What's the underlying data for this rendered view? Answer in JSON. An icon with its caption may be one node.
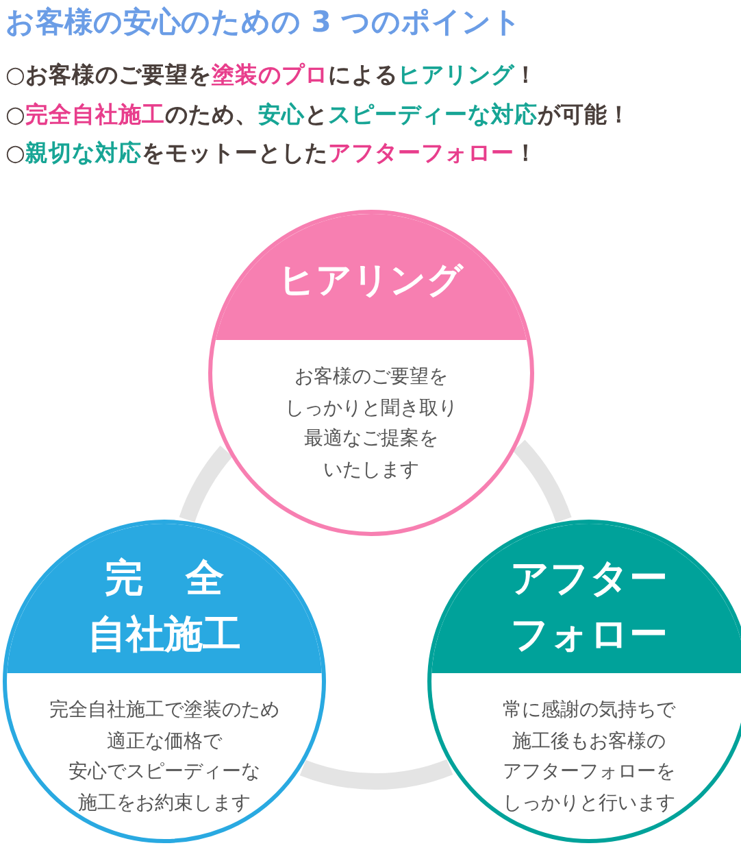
{
  "diagram": {
    "title": "お客様の安心のための 3 つのポイント",
    "nodes": [
      {
        "text": [
          "ヒアリング",
          "お客様のご要望をしっかりと聞き取り最適なご提案をいたします"
        ]
      },
      {
        "text": [
          "完全自社施工",
          "完全自社施工で塗装のため適正な価格で安心でスピーディーな施工をお約束します"
        ]
      },
      {
        "text": [
          "アフターフォロー",
          "常に感謝の気持ちで施工後もお客様のアフターフォローをしっかりと行います"
        ]
      }
    ],
    "edges": [
      {
        "from": 0,
        "to": 2,
        "arrow": "none"
      },
      {
        "from": 2,
        "to": 1,
        "arrow": "none"
      },
      {
        "from": 1,
        "to": 0,
        "arrow": "none"
      }
    ],
    "labels": [
      "○お客様のご要望を**塗装のプロ**による**ヒアリング**！",
      "○**完全自社施工**のため、**安心**と**スピーディーな対応**が可能！",
      "○**親切な対応**をモットーとした**アフターフォロー**！"
    ]
  }
}
